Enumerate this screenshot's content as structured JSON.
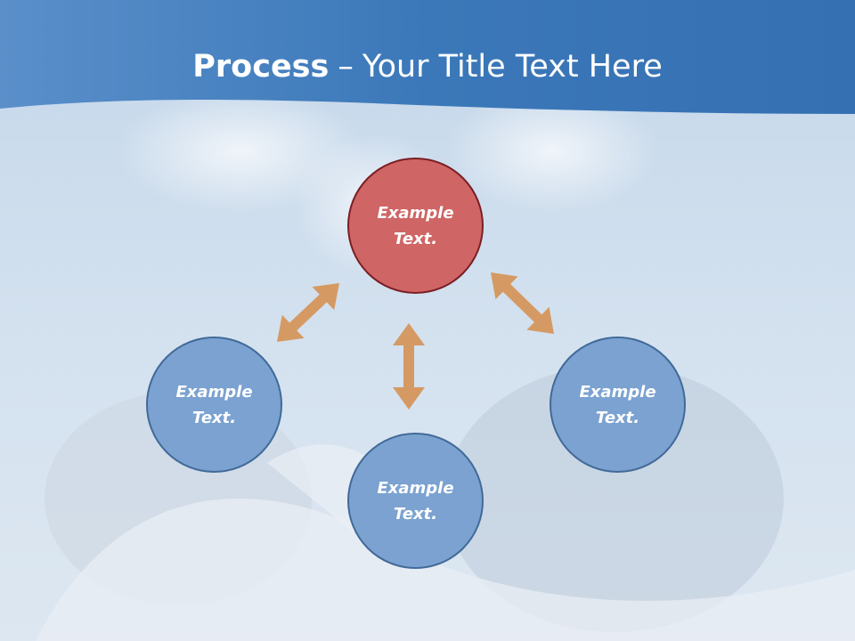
{
  "slide": {
    "title_bold": "Process",
    "title_sep": "–",
    "title_rest": "Your Title Text Here"
  },
  "diagram": {
    "nodes": [
      {
        "id": "top",
        "label": "Example\nText.",
        "color": "#cf6565"
      },
      {
        "id": "left",
        "label": "Example\nText.",
        "color": "#7ba2d0"
      },
      {
        "id": "right",
        "label": "Example\nText.",
        "color": "#7ba2d0"
      },
      {
        "id": "bottom",
        "label": "Example\nText.",
        "color": "#7ba2d0"
      }
    ],
    "connectors": [
      {
        "from": "top",
        "to": "left",
        "type": "double-arrow"
      },
      {
        "from": "top",
        "to": "right",
        "type": "double-arrow"
      },
      {
        "from": "top",
        "to": "bottom",
        "type": "double-arrow"
      }
    ],
    "arrow_color": "#d59a63",
    "header_color": "#3b78b9"
  }
}
